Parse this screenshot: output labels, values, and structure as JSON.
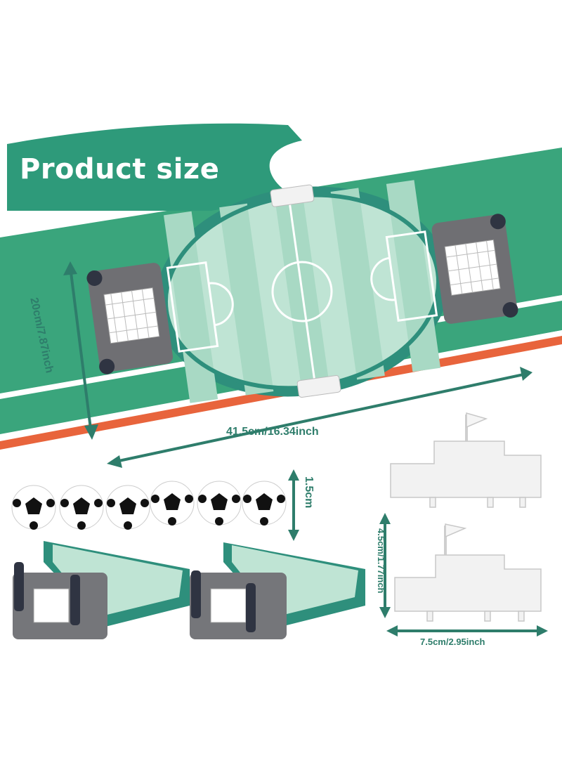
{
  "title": "Product size",
  "dimensions": {
    "board_length": "41.5cm/16.34inch",
    "board_width": "20cm/7.87inch",
    "ball_size": "1.5cm",
    "player_height": "4.5cm/1.77inch",
    "player_width": "7.5cm/2.95inch"
  },
  "colors": {
    "brand_green": "#2e9a7a",
    "dimension_text": "#2e7d6b",
    "field_green": "#3aa57c",
    "stripe_orange": "#e8643c"
  }
}
